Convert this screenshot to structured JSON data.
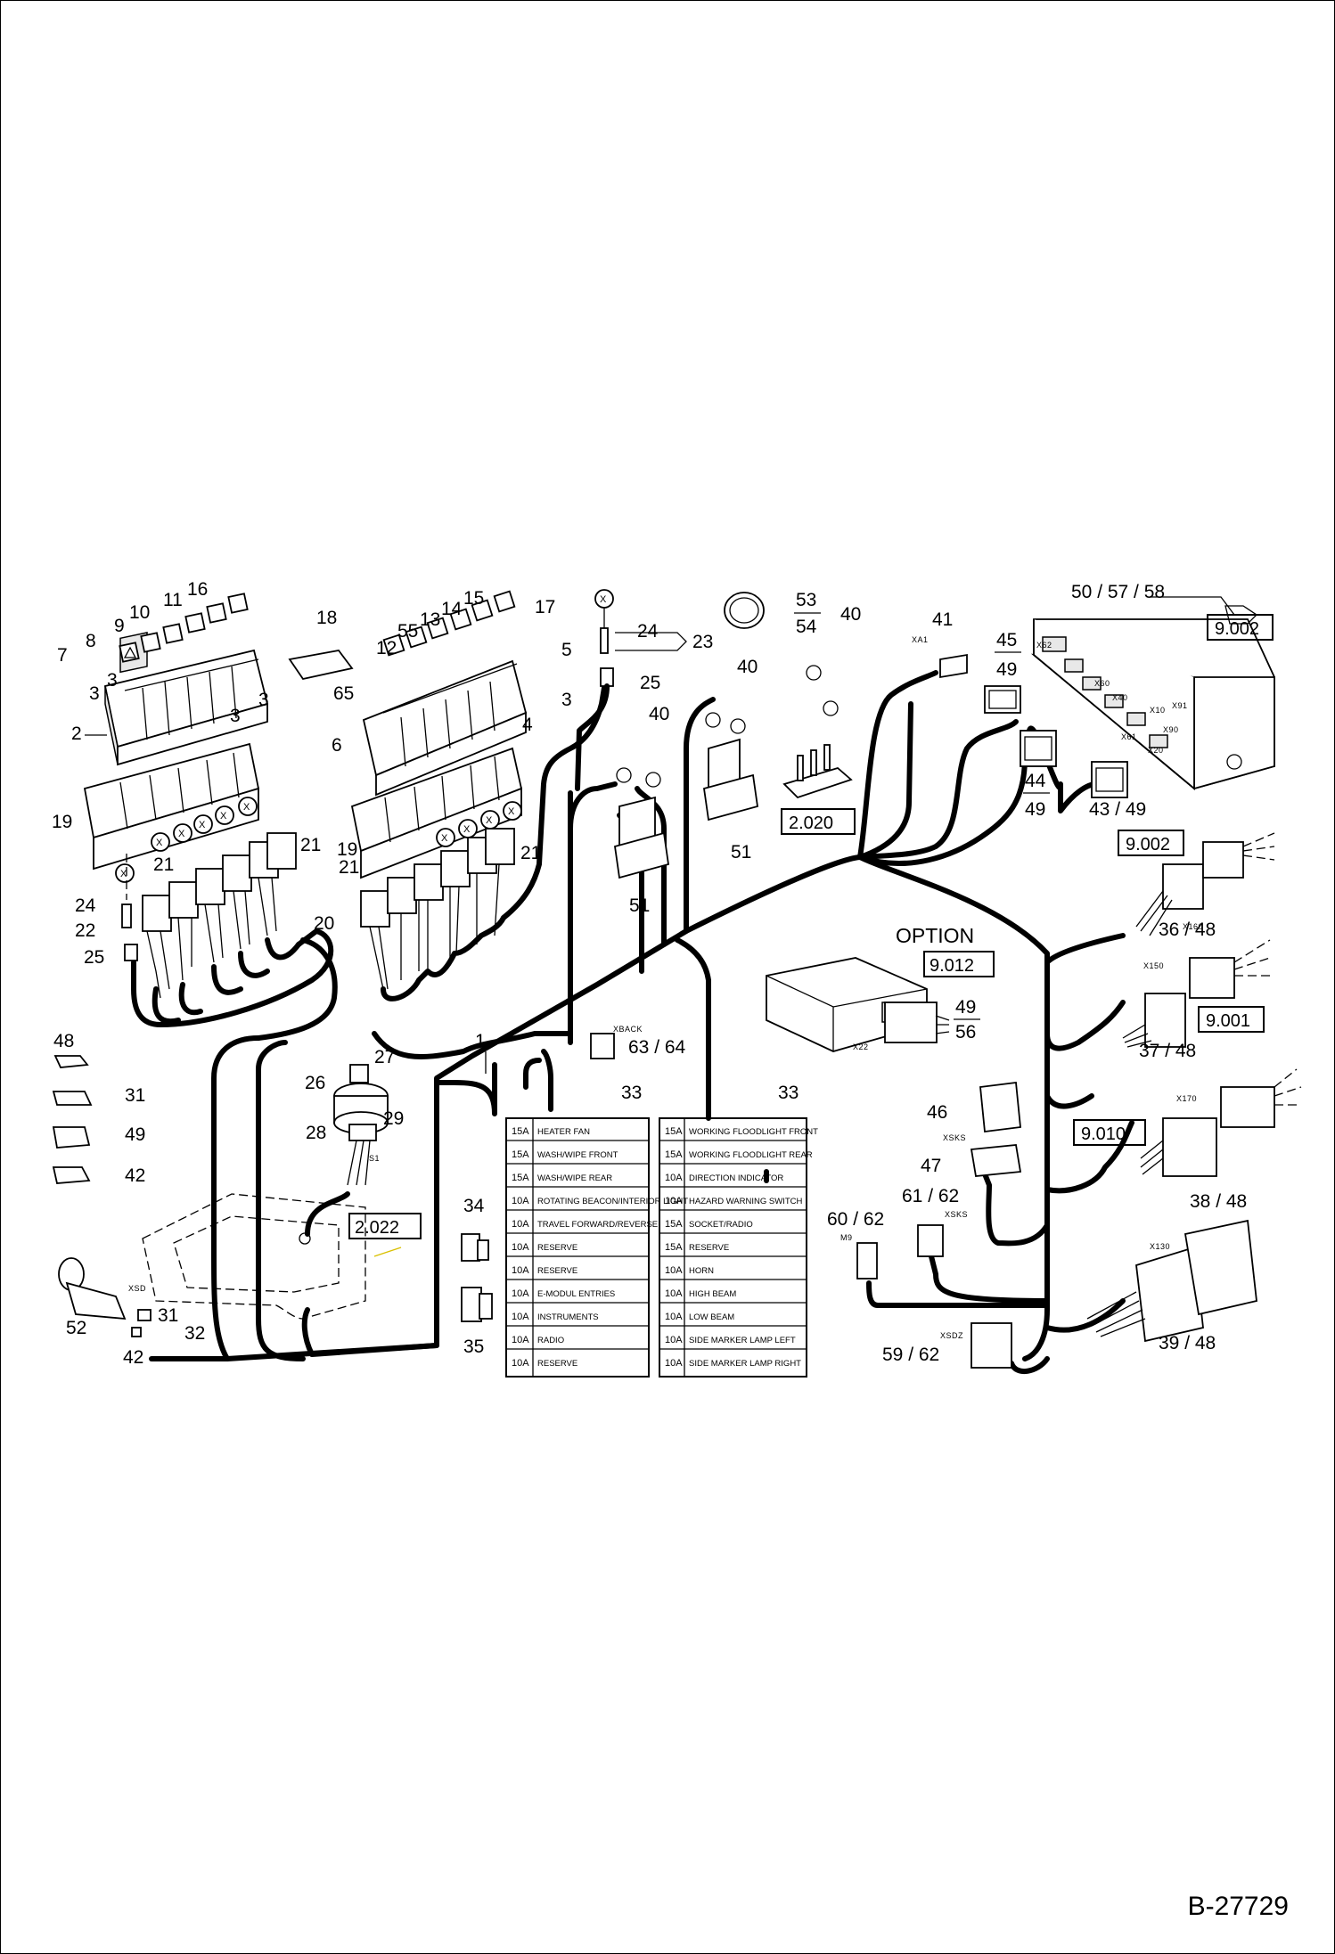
{
  "document_id": "B-27729",
  "option_label": "OPTION",
  "reference_boxes": [
    "9.002",
    "2.020",
    "9.002",
    "9.012",
    "9.001",
    "9.010",
    "2.022"
  ],
  "callouts": {
    "n1": "1",
    "n2": "2",
    "n3": "3",
    "n4": "4",
    "n5": "5",
    "n6": "6",
    "n7": "7",
    "n8": "8",
    "n9": "9",
    "n10": "10",
    "n11": "11",
    "n12": "12",
    "n13": "13",
    "n14": "14",
    "n15": "15",
    "n16": "16",
    "n17": "17",
    "n18": "18",
    "n19": "19",
    "n20": "20",
    "n21": "21",
    "n22": "22",
    "n23": "23",
    "n24": "24",
    "n25": "25",
    "n26": "26",
    "n27": "27",
    "n28": "28",
    "n29": "29",
    "n31": "31",
    "n32": "32",
    "n33": "33",
    "n34": "34",
    "n35": "35",
    "n40": "40",
    "n41": "41",
    "n42": "42",
    "n46": "46",
    "n47": "47",
    "n48": "48",
    "n49": "49",
    "n51": "51",
    "n52": "52",
    "n53": "53",
    "n54": "54",
    "n55": "55",
    "n65": "65",
    "n36_48": "36 / 48",
    "n37_48": "37 / 48",
    "n38_48": "38  / 48",
    "n39_48": "39 / 48",
    "n43_49": "43 / 49",
    "n44": "44",
    "n45": "45",
    "n50_57_58": "50 / 57 / 58",
    "n59_62": "59 / 62",
    "n60_62": "60 / 62",
    "n61_62": "61 / 62",
    "n63_64": "63 / 64",
    "n49b": "49",
    "n56": "56",
    "x": "X"
  },
  "connector_labels": {
    "xa1": "XA1",
    "xback": "XBACK",
    "x22": "X22",
    "x160": "X160",
    "x150": "X150",
    "x170": "X170",
    "x130": "X130",
    "xsks1": "XSKS",
    "xsks2": "XSKS",
    "m9": "M9",
    "xsdz": "XSDZ",
    "xsd": "XSD",
    "s1": "S1",
    "x62": "X62",
    "x60": "X60",
    "x40": "X40",
    "x10": "X10",
    "x91": "X91",
    "x61": "X61",
    "x90": "X90",
    "x20": "X20"
  },
  "fuse_table_left": [
    {
      "amp": "15A",
      "circuit": "HEATER FAN"
    },
    {
      "amp": "15A",
      "circuit": "WASH/WIPE FRONT"
    },
    {
      "amp": "15A",
      "circuit": "WASH/WIPE REAR"
    },
    {
      "amp": "10A",
      "circuit": "ROTATING BEACON/INTERIOR LIGHT"
    },
    {
      "amp": "10A",
      "circuit": "TRAVEL FORWARD/REVERSE"
    },
    {
      "amp": "10A",
      "circuit": "RESERVE"
    },
    {
      "amp": "10A",
      "circuit": "RESERVE"
    },
    {
      "amp": "10A",
      "circuit": "E-MODUL ENTRIES"
    },
    {
      "amp": "10A",
      "circuit": "INSTRUMENTS"
    },
    {
      "amp": "10A",
      "circuit": "RADIO"
    },
    {
      "amp": "10A",
      "circuit": "RESERVE"
    }
  ],
  "fuse_table_right": [
    {
      "amp": "15A",
      "circuit": "WORKING FLOODLIGHT FRONT"
    },
    {
      "amp": "15A",
      "circuit": "WORKING FLOODLIGHT REAR"
    },
    {
      "amp": "10A",
      "circuit": "DIRECTION INDICATOR"
    },
    {
      "amp": "10A",
      "circuit": "HAZARD WARNING SWITCH"
    },
    {
      "amp": "15A",
      "circuit": "SOCKET/RADIO"
    },
    {
      "amp": "15A",
      "circuit": "RESERVE"
    },
    {
      "amp": "10A",
      "circuit": "HORN"
    },
    {
      "amp": "10A",
      "circuit": "HIGH BEAM"
    },
    {
      "amp": "10A",
      "circuit": "LOW BEAM"
    },
    {
      "amp": "10A",
      "circuit": "SIDE MARKER LAMP LEFT"
    },
    {
      "amp": "10A",
      "circuit": "SIDE MARKER LAMP RIGHT"
    }
  ]
}
